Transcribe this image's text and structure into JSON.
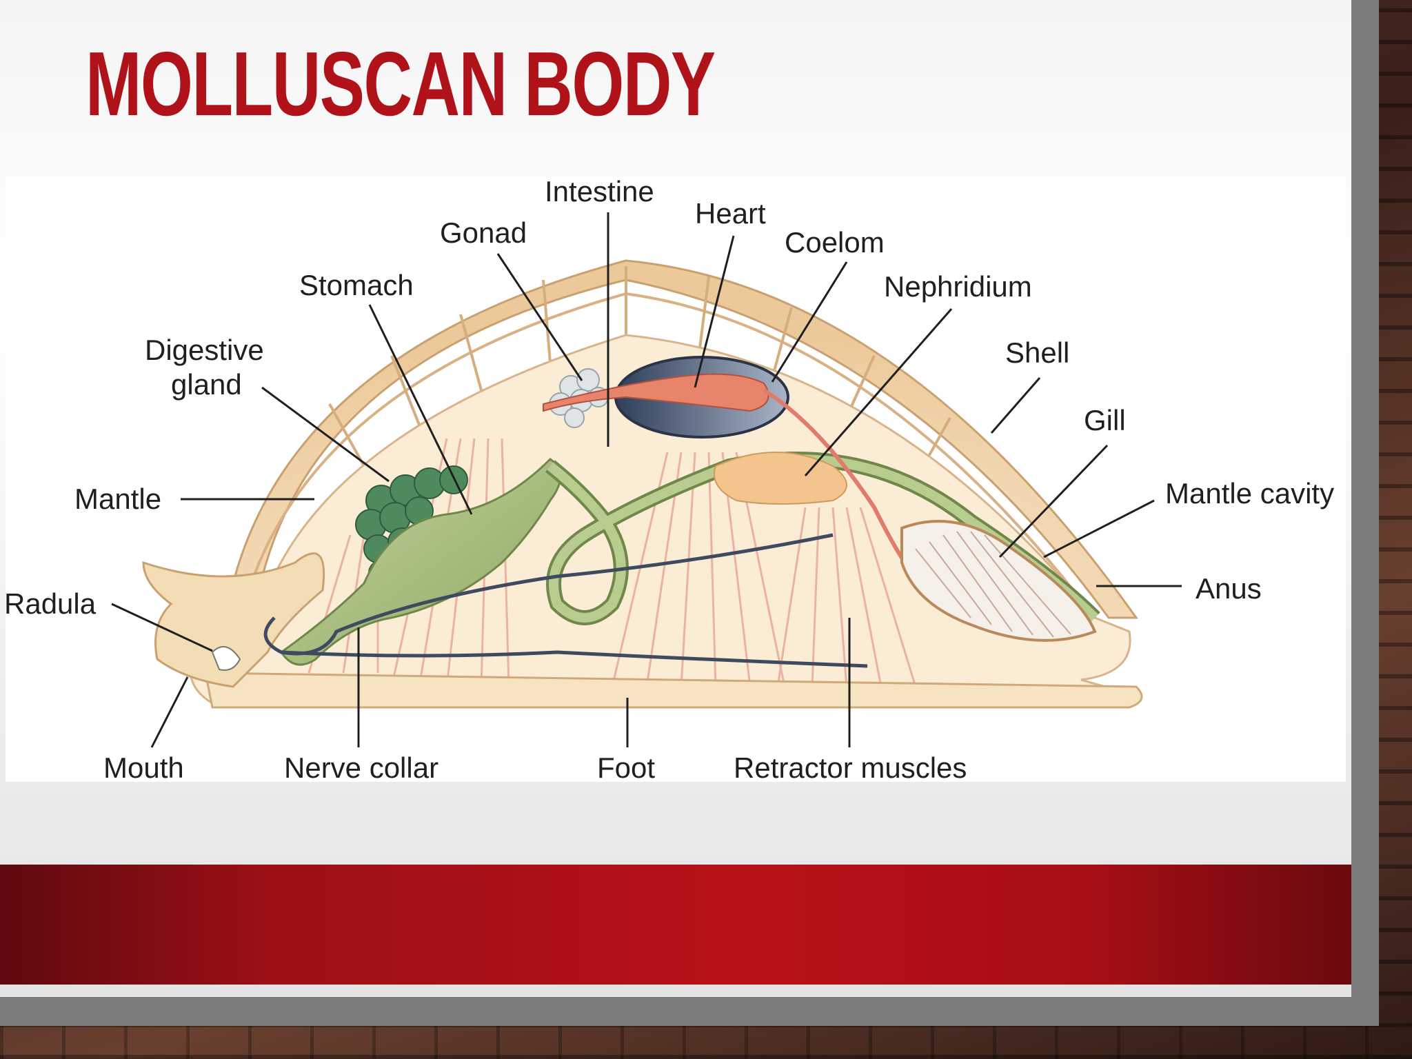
{
  "slide": {
    "title": "MOLLUSCAN BODY"
  },
  "diagram": {
    "labels": {
      "intestine": "Intestine",
      "heart": "Heart",
      "gonad": "Gonad",
      "coelom": "Coelom",
      "stomach": "Stomach",
      "nephridium": "Nephridium",
      "digestive_gland_line1": "Digestive",
      "digestive_gland_line2": "gland",
      "shell": "Shell",
      "gill": "Gill",
      "mantle": "Mantle",
      "mantle_cavity": "Mantle cavity",
      "radula": "Radula",
      "anus": "Anus",
      "mouth": "Mouth",
      "nerve_collar": "Nerve collar",
      "foot": "Foot",
      "retractor_muscles": "Retractor muscles"
    }
  },
  "colors": {
    "title": "#b0121a",
    "band": "#b81218",
    "shell": "#f1d9b4",
    "digestive": "#a9bd82",
    "gland": "#4e8a5e",
    "heart": "#e8836c",
    "muscle": "#e9a898"
  }
}
